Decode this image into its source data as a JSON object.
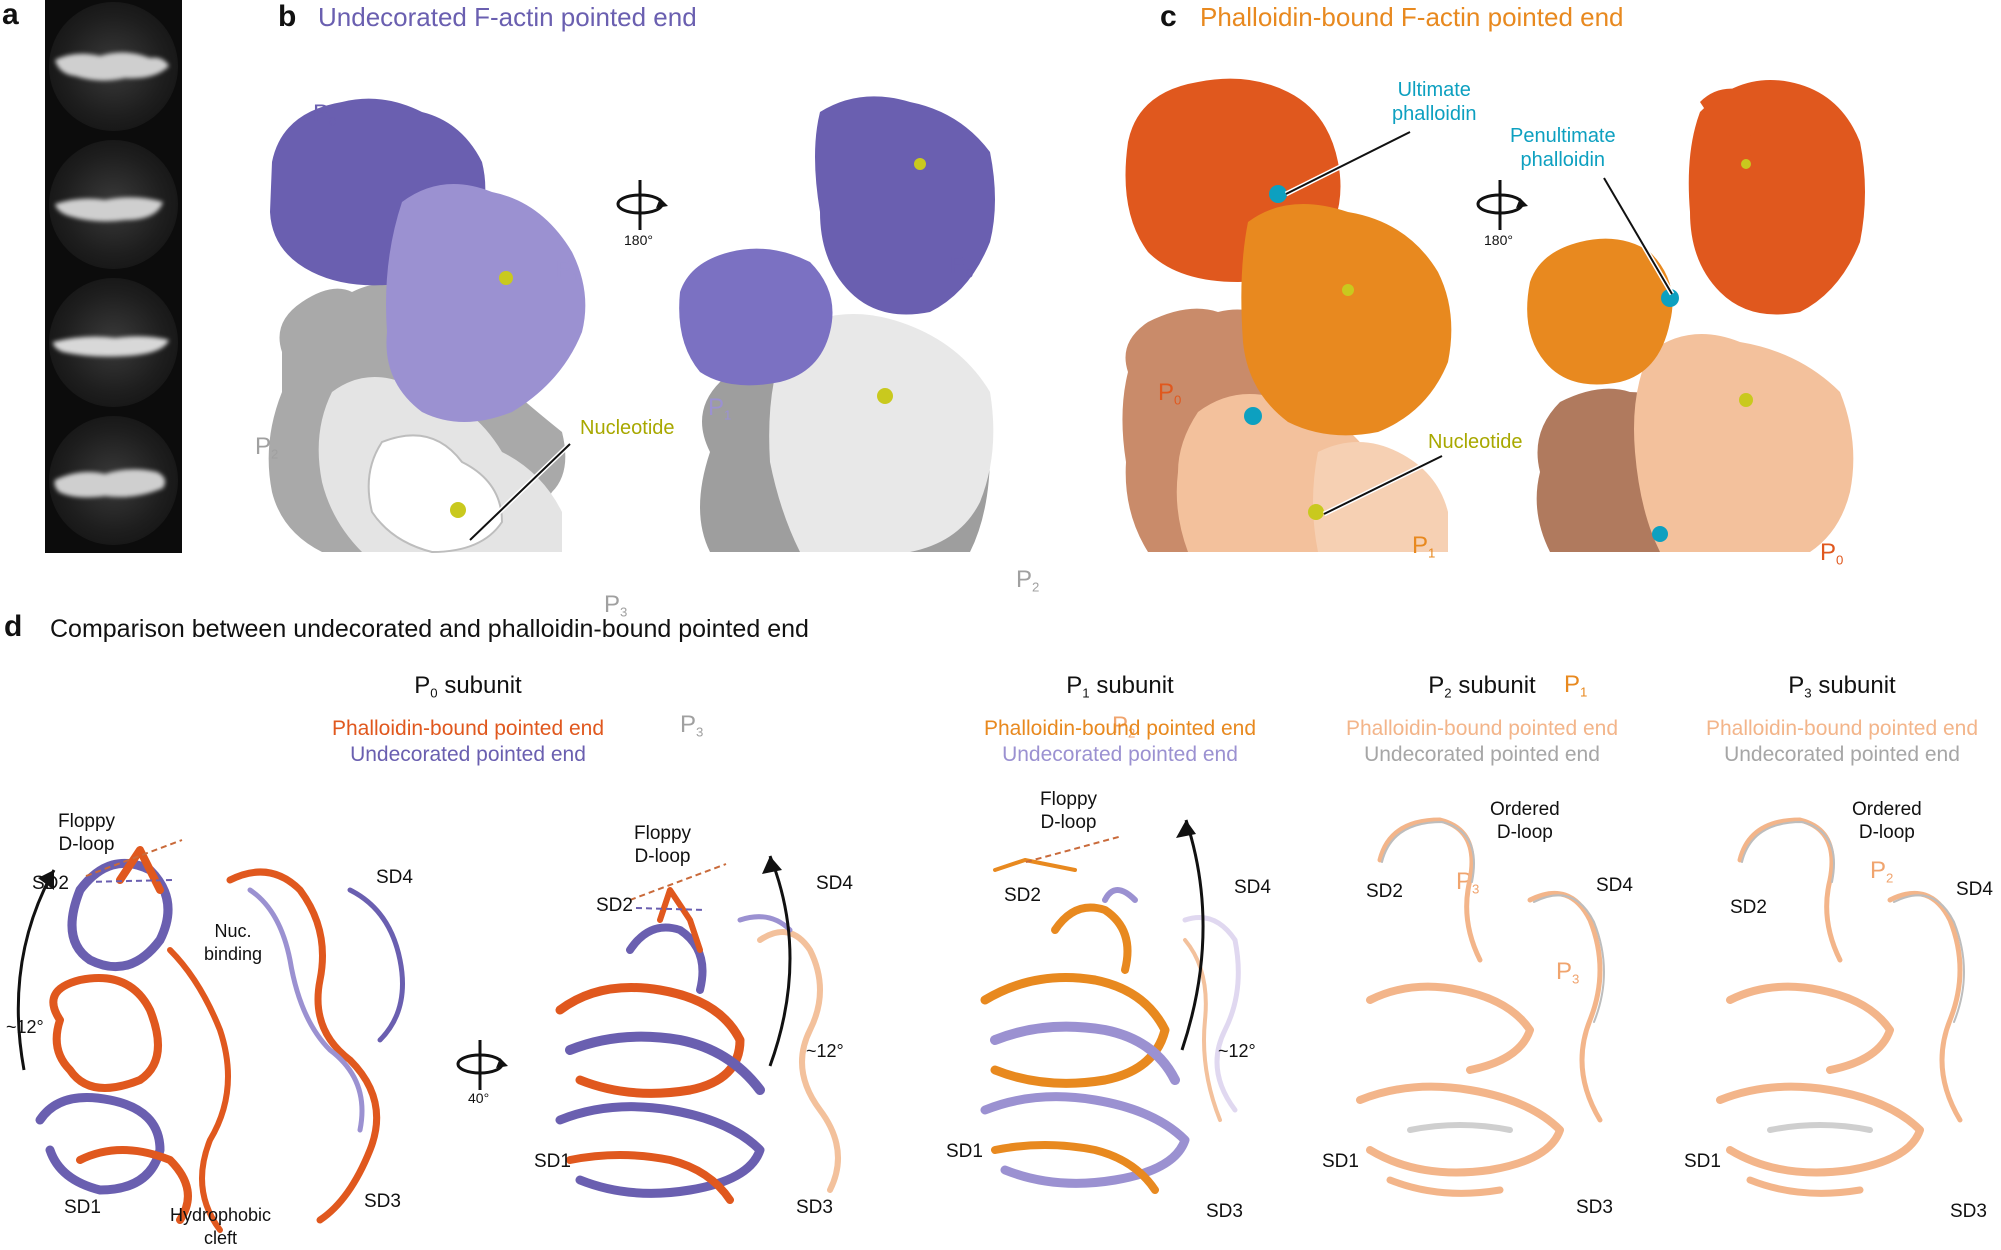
{
  "panels": {
    "a": {
      "letter": "a"
    },
    "b": {
      "letter": "b",
      "title": "Undecorated F-actin pointed end",
      "nucleotide_label": "Nucleotide",
      "rotation_label": "180°",
      "protomers": [
        "P",
        "P",
        "P",
        "P"
      ],
      "protomer_subs": [
        "0",
        "1",
        "2",
        "3"
      ]
    },
    "c": {
      "letter": "c",
      "title": "Phalloidin-bound F-actin pointed end",
      "nucleotide_label": "Nucleotide",
      "rotation_label": "180°",
      "ultimate_label": [
        "Ultimate",
        "phalloidin"
      ],
      "penultimate_label": [
        "Penultimate",
        "phalloidin"
      ]
    },
    "d": {
      "letter": "d",
      "title": "Comparison between undecorated and phalloidin-bound pointed end",
      "rotation_label": "40°",
      "subunits": [
        {
          "p": "P",
          "sub": "0",
          "word": "subunit",
          "line1": "Phalloidin-bound pointed end",
          "line2": "Undecorated pointed end"
        },
        {
          "p": "P",
          "sub": "1",
          "word": "subunit",
          "line1": "Phalloidin-bound pointed end",
          "line2": "Undecorated pointed end"
        },
        {
          "p": "P",
          "sub": "2",
          "word": "subunit",
          "line1": "Phalloidin-bound pointed end",
          "line2": "Undecorated pointed end"
        },
        {
          "p": "P",
          "sub": "3",
          "word": "subunit",
          "line1": "Phalloidin-bound pointed end",
          "line2": "Undecorated pointed end"
        }
      ],
      "labels": {
        "sd1": "SD1",
        "sd2": "SD2",
        "sd3": "SD3",
        "sd4": "SD4",
        "floppy": [
          "Floppy",
          "D-loop"
        ],
        "ordered": [
          "Ordered",
          "D-loop"
        ],
        "nuc": [
          "Nuc.",
          "binding"
        ],
        "hydro": [
          "Hydrophobic",
          "cleft"
        ],
        "angle": "~12°"
      }
    }
  },
  "colors": {
    "undecorated_p0": "#6a5fb0",
    "undecorated_p1": "#9b91d1",
    "grey_light": "#e8e8e8",
    "grey_dark": "#8a8a8a",
    "phalloidin_p0": "#e0581e",
    "phalloidin_p1": "#e8891f",
    "phalloidin_p2": "#f3c19c",
    "phalloidin_dark": "#c98b6a",
    "phalloidin_cyan": "#0da0c0",
    "nucleotide": "#c9c91e",
    "p2p3_text": "#f0a46e",
    "title_b": "#6a5fb0",
    "title_c": "#e8891f"
  }
}
